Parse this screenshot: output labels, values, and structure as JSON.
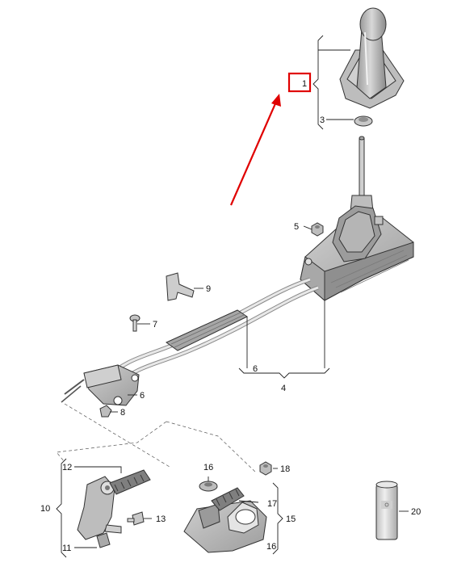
{
  "labels": {
    "l1": "1",
    "l3": "3",
    "l4": "4",
    "l5": "5",
    "l6a": "6",
    "l6b": "6",
    "l7": "7",
    "l8": "8",
    "l9": "9",
    "l10": "10",
    "l11": "11",
    "l12": "12",
    "l13": "13",
    "l15": "15",
    "l16a": "16",
    "l16b": "16",
    "l17": "17",
    "l18": "18",
    "l20": "20"
  },
  "colors": {
    "highlight": "#e00000",
    "part_light": "#d7d7d7",
    "part_mid": "#b9b9b9",
    "part_dark": "#8e8e8e",
    "line": "#222222"
  }
}
